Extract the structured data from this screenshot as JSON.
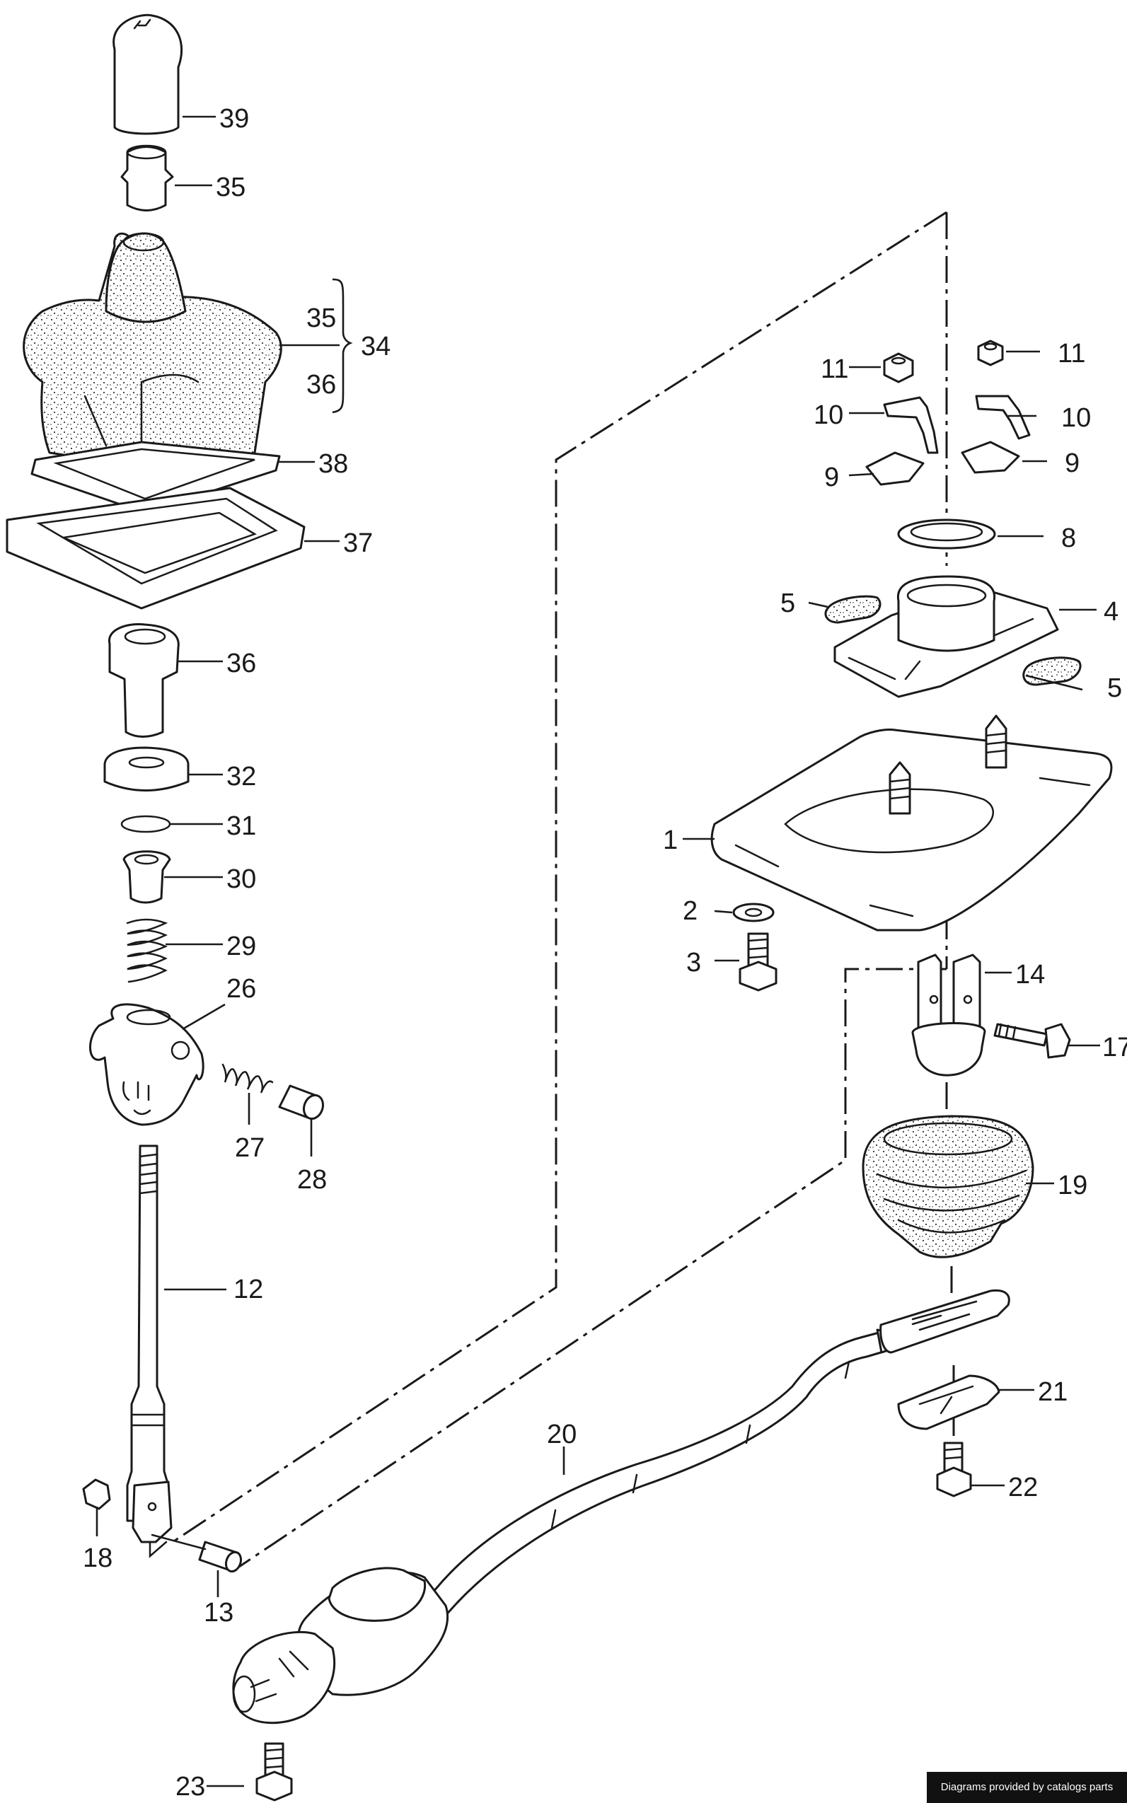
{
  "credit": "Diagrams provided by catalogs parts",
  "labels": {
    "p1": "1",
    "p2": "2",
    "p3": "3",
    "p4": "4",
    "p5a": "5",
    "p5b": "5",
    "p8": "8",
    "p9a": "9",
    "p9b": "9",
    "p10a": "10",
    "p10b": "10",
    "p11a": "11",
    "p11b": "11",
    "p12": "12",
    "p13": "13",
    "p14": "14",
    "p17": "17",
    "p18": "18",
    "p19": "19",
    "p20": "20",
    "p21": "21",
    "p22": "22",
    "p23": "23",
    "p26": "26",
    "p27": "27",
    "p28": "28",
    "p29": "29",
    "p30": "30",
    "p31": "31",
    "p32": "32",
    "p34": "34",
    "p34_35": "35",
    "p34_36": "36",
    "p35": "35",
    "p36": "36",
    "p37": "37",
    "p38": "38",
    "p39": "39"
  }
}
